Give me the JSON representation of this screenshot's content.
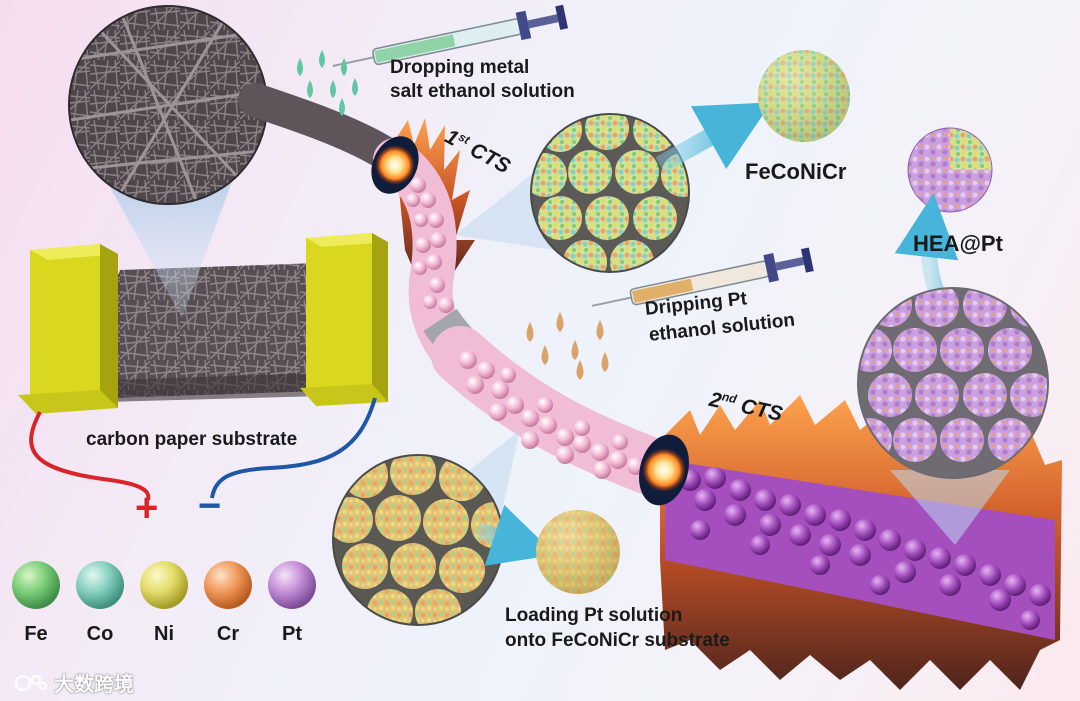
{
  "labels": {
    "dropping_metal_line1": "Dropping metal",
    "dropping_metal_line2": "salt ethanol solution",
    "cts1_prefix": "1",
    "cts1_sup": "st",
    "cts1_suffix": " CTS",
    "cts2_prefix": "2",
    "cts2_sup": "nd",
    "cts2_suffix": " CTS",
    "feconicr": "FeCoNiCr",
    "hea_pt": "HEA@Pt",
    "dripping_pt_line1": "Dripping Pt",
    "dripping_pt_line2": "ethanol solution",
    "carbon_paper": "carbon paper substrate",
    "loading_line1": "Loading Pt solution",
    "loading_line2": "onto FeCoNiCr substrate",
    "plus": "+",
    "minus": "−"
  },
  "legend": [
    {
      "name": "Fe",
      "color": "#7ccf7a"
    },
    {
      "name": "Co",
      "color": "#86d1c0"
    },
    {
      "name": "Ni",
      "color": "#e3dd6a"
    },
    {
      "name": "Cr",
      "color": "#f19a5a"
    },
    {
      "name": "Pt",
      "color": "#c58fd8"
    }
  ],
  "watermark": "大数跨境",
  "colors": {
    "electrode": "#d9d81f",
    "wire_positive": "#d9252a",
    "wire_negative": "#1e56a8",
    "fiber": "#5f5459",
    "flame": "#d9480f",
    "pink_particle": "#f3b9d3",
    "purple_particle": "#a54fbf",
    "droplet_metal": "#5fc7a2",
    "droplet_pt": "#d9a36a"
  }
}
